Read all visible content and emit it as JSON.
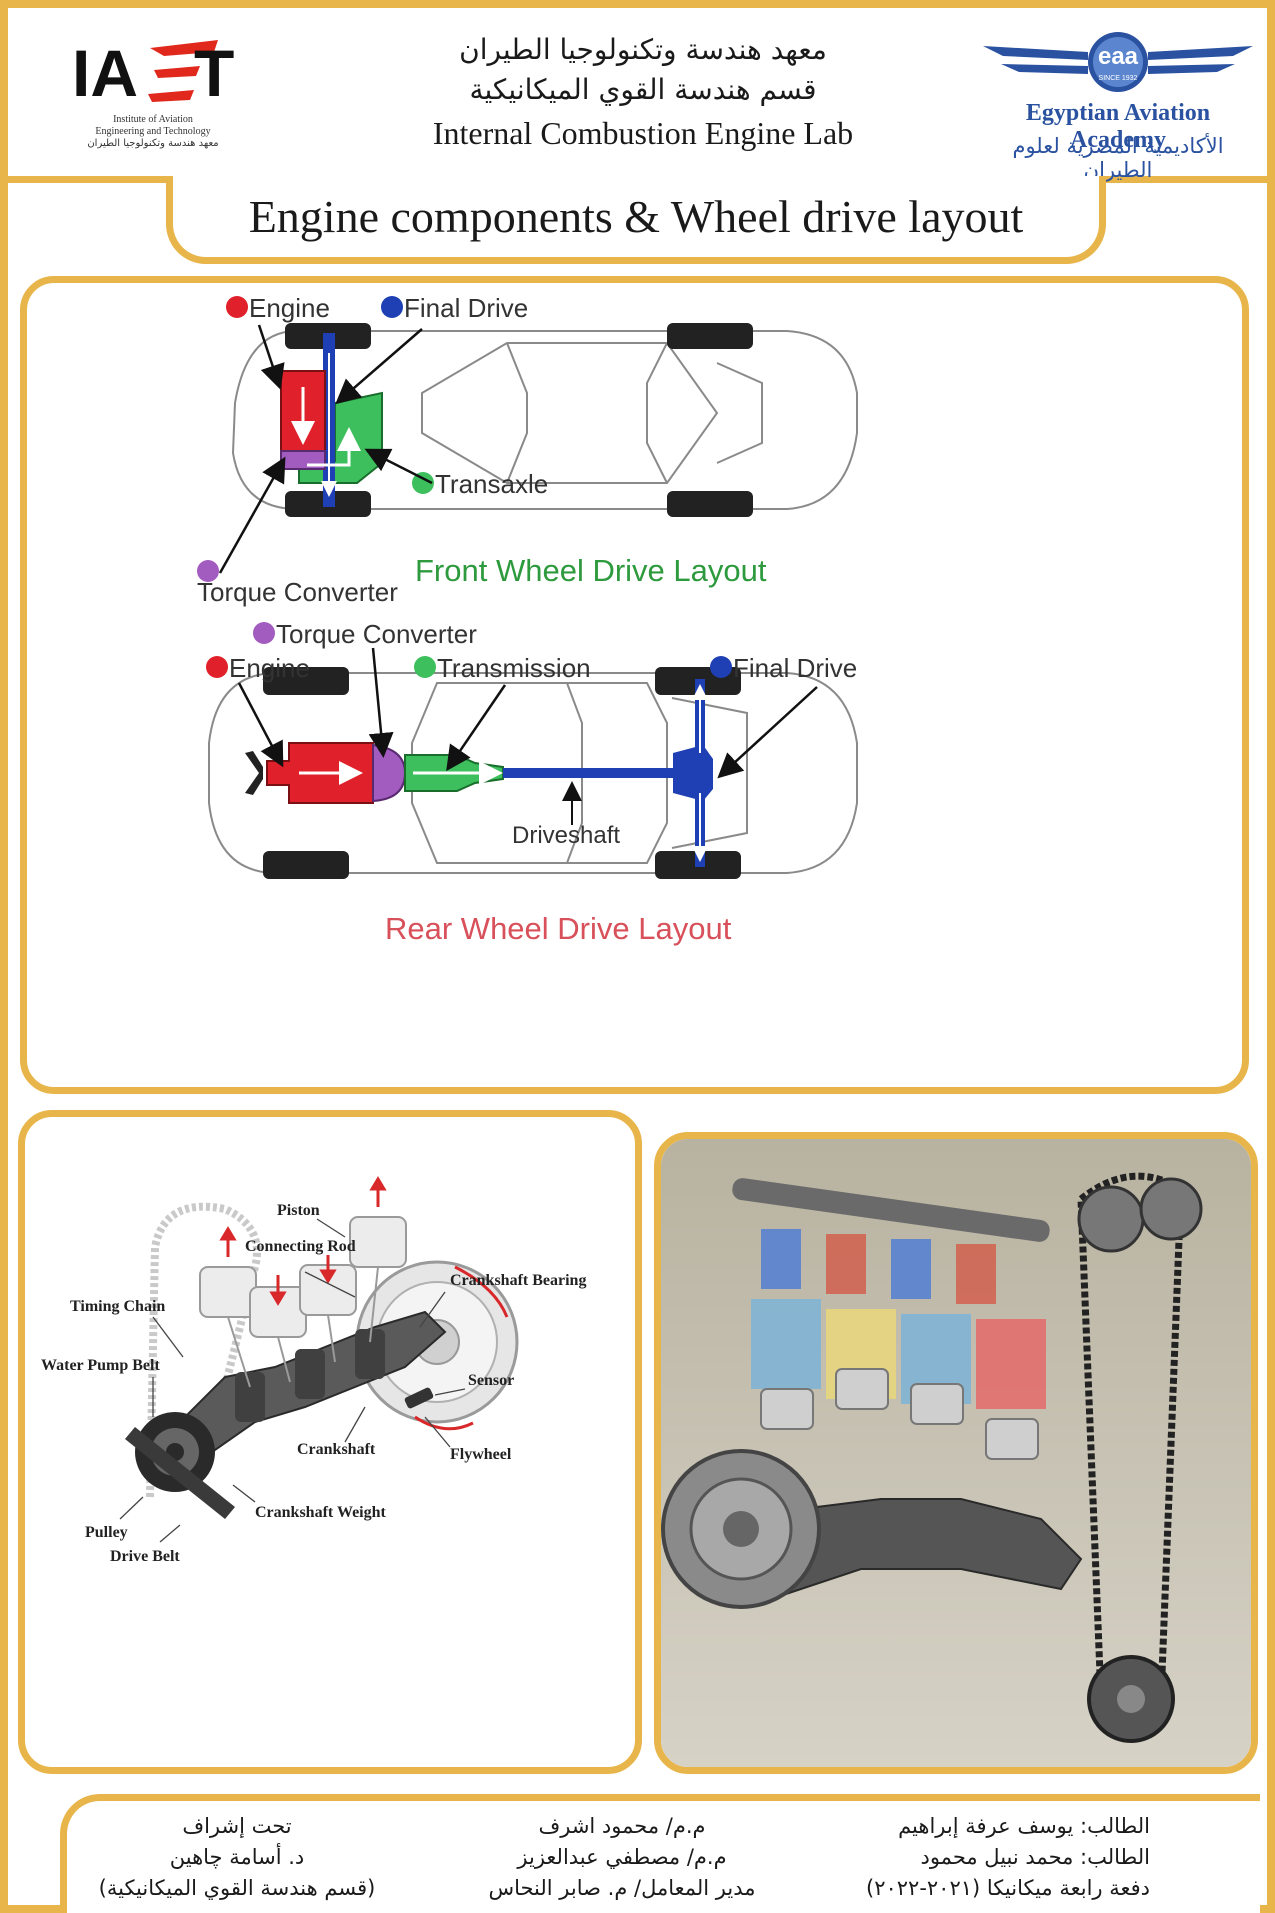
{
  "header": {
    "iaet_logo_word": "IAET",
    "iaet_logo_subtitle": [
      "Institute of Aviation",
      "Engineering and Technology",
      "معهد هندسة وتكنولوجيا الطيران"
    ],
    "institute_ar": "معهد هندسة وتكنولوجيا الطيران",
    "department_ar": "قسم هندسة القوي الميكانيكية",
    "lab_en": "Internal Combustion Engine Lab",
    "eaa_badge": "eaa",
    "eaa_since": "SINCE 1932",
    "eaa_name_en": "Egyptian Aviation Academy",
    "eaa_name_ar": "الأكاديمية المصرية لعلوم الطيران"
  },
  "page_title": "Engine components & Wheel drive layout",
  "layout_diagram": {
    "front": {
      "caption": "Front Wheel Drive Layout",
      "labels": {
        "engine": "Engine",
        "final_drive": "Final Drive",
        "transaxle": "Transaxle",
        "torque_converter": "Torque Converter"
      }
    },
    "rear": {
      "caption": "Rear Wheel Drive Layout",
      "labels": {
        "torque_converter": "Torque Converter",
        "engine": "Engine",
        "transmission": "Transmission",
        "final_drive": "Final Drive",
        "driveshaft": "Driveshaft"
      }
    },
    "colors": {
      "engine": "#e0202a",
      "final_drive": "#1f3fb4",
      "transaxle": "#3cbf5c",
      "torque_converter": "#a25cc0",
      "front_caption": "#2e9a3e",
      "rear_caption": "#d8505a"
    }
  },
  "components_diagram": {
    "labels": {
      "piston": "Piston",
      "connecting_rod": "Connecting Rod",
      "crankshaft_bearing": "Crankshaft Bearing",
      "timing_chain": "Timing Chain",
      "water_pump_belt": "Water Pump Belt",
      "sensor": "Sensor",
      "crankshaft": "Crankshaft",
      "flywheel": "Flywheel",
      "crankshaft_weight": "Crankshaft Weight",
      "pulley": "Pulley",
      "drive_belt": "Drive Belt"
    }
  },
  "footer": {
    "students": [
      "الطالب: يوسف عرفة إبراهيم",
      "الطالب: محمد نبيل محمود",
      "دفعة رابعة ميكانيكا (٢٠٢١-٢٠٢٢)"
    ],
    "staff": [
      "م.م/ محمود اشرف",
      "م.م/ مصطفي عبدالعزيز",
      "مدير المعامل/ م. صابر النحاس"
    ],
    "supervision": [
      "تحت إشراف",
      "د. أسامة چاهين",
      "(قسم هندسة القوي الميكانيكية)"
    ]
  }
}
